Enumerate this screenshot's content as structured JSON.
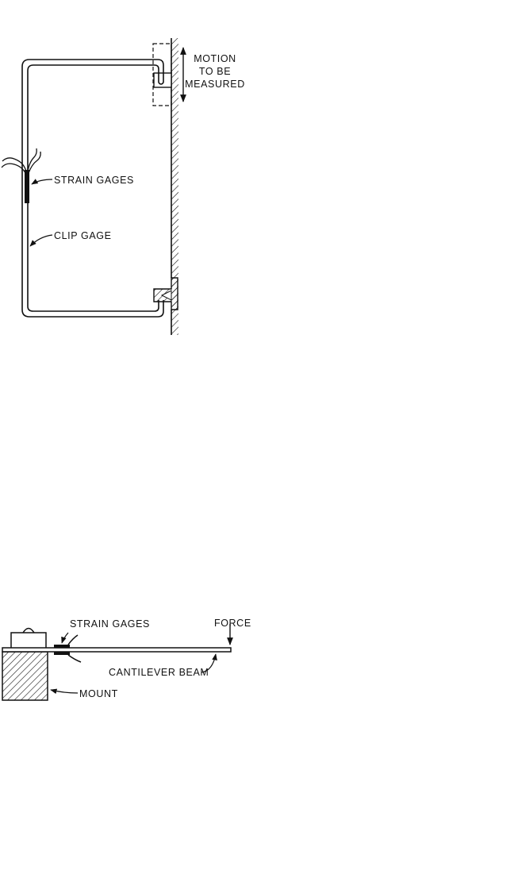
{
  "figure_top": {
    "labels": {
      "motion_line1": "MOTION",
      "motion_line2": "TO BE",
      "motion_line3": "MEASURED",
      "strain_gages": "STRAIN GAGES",
      "clip_gage": "CLIP GAGE"
    }
  },
  "figure_bottom": {
    "labels": {
      "strain_gages": "STRAIN GAGES",
      "force": "FORCE",
      "cantilever_beam": "CANTILEVER BEAM",
      "mount": "MOUNT"
    }
  },
  "colors": {
    "ink": "#111111",
    "background": "#ffffff"
  }
}
